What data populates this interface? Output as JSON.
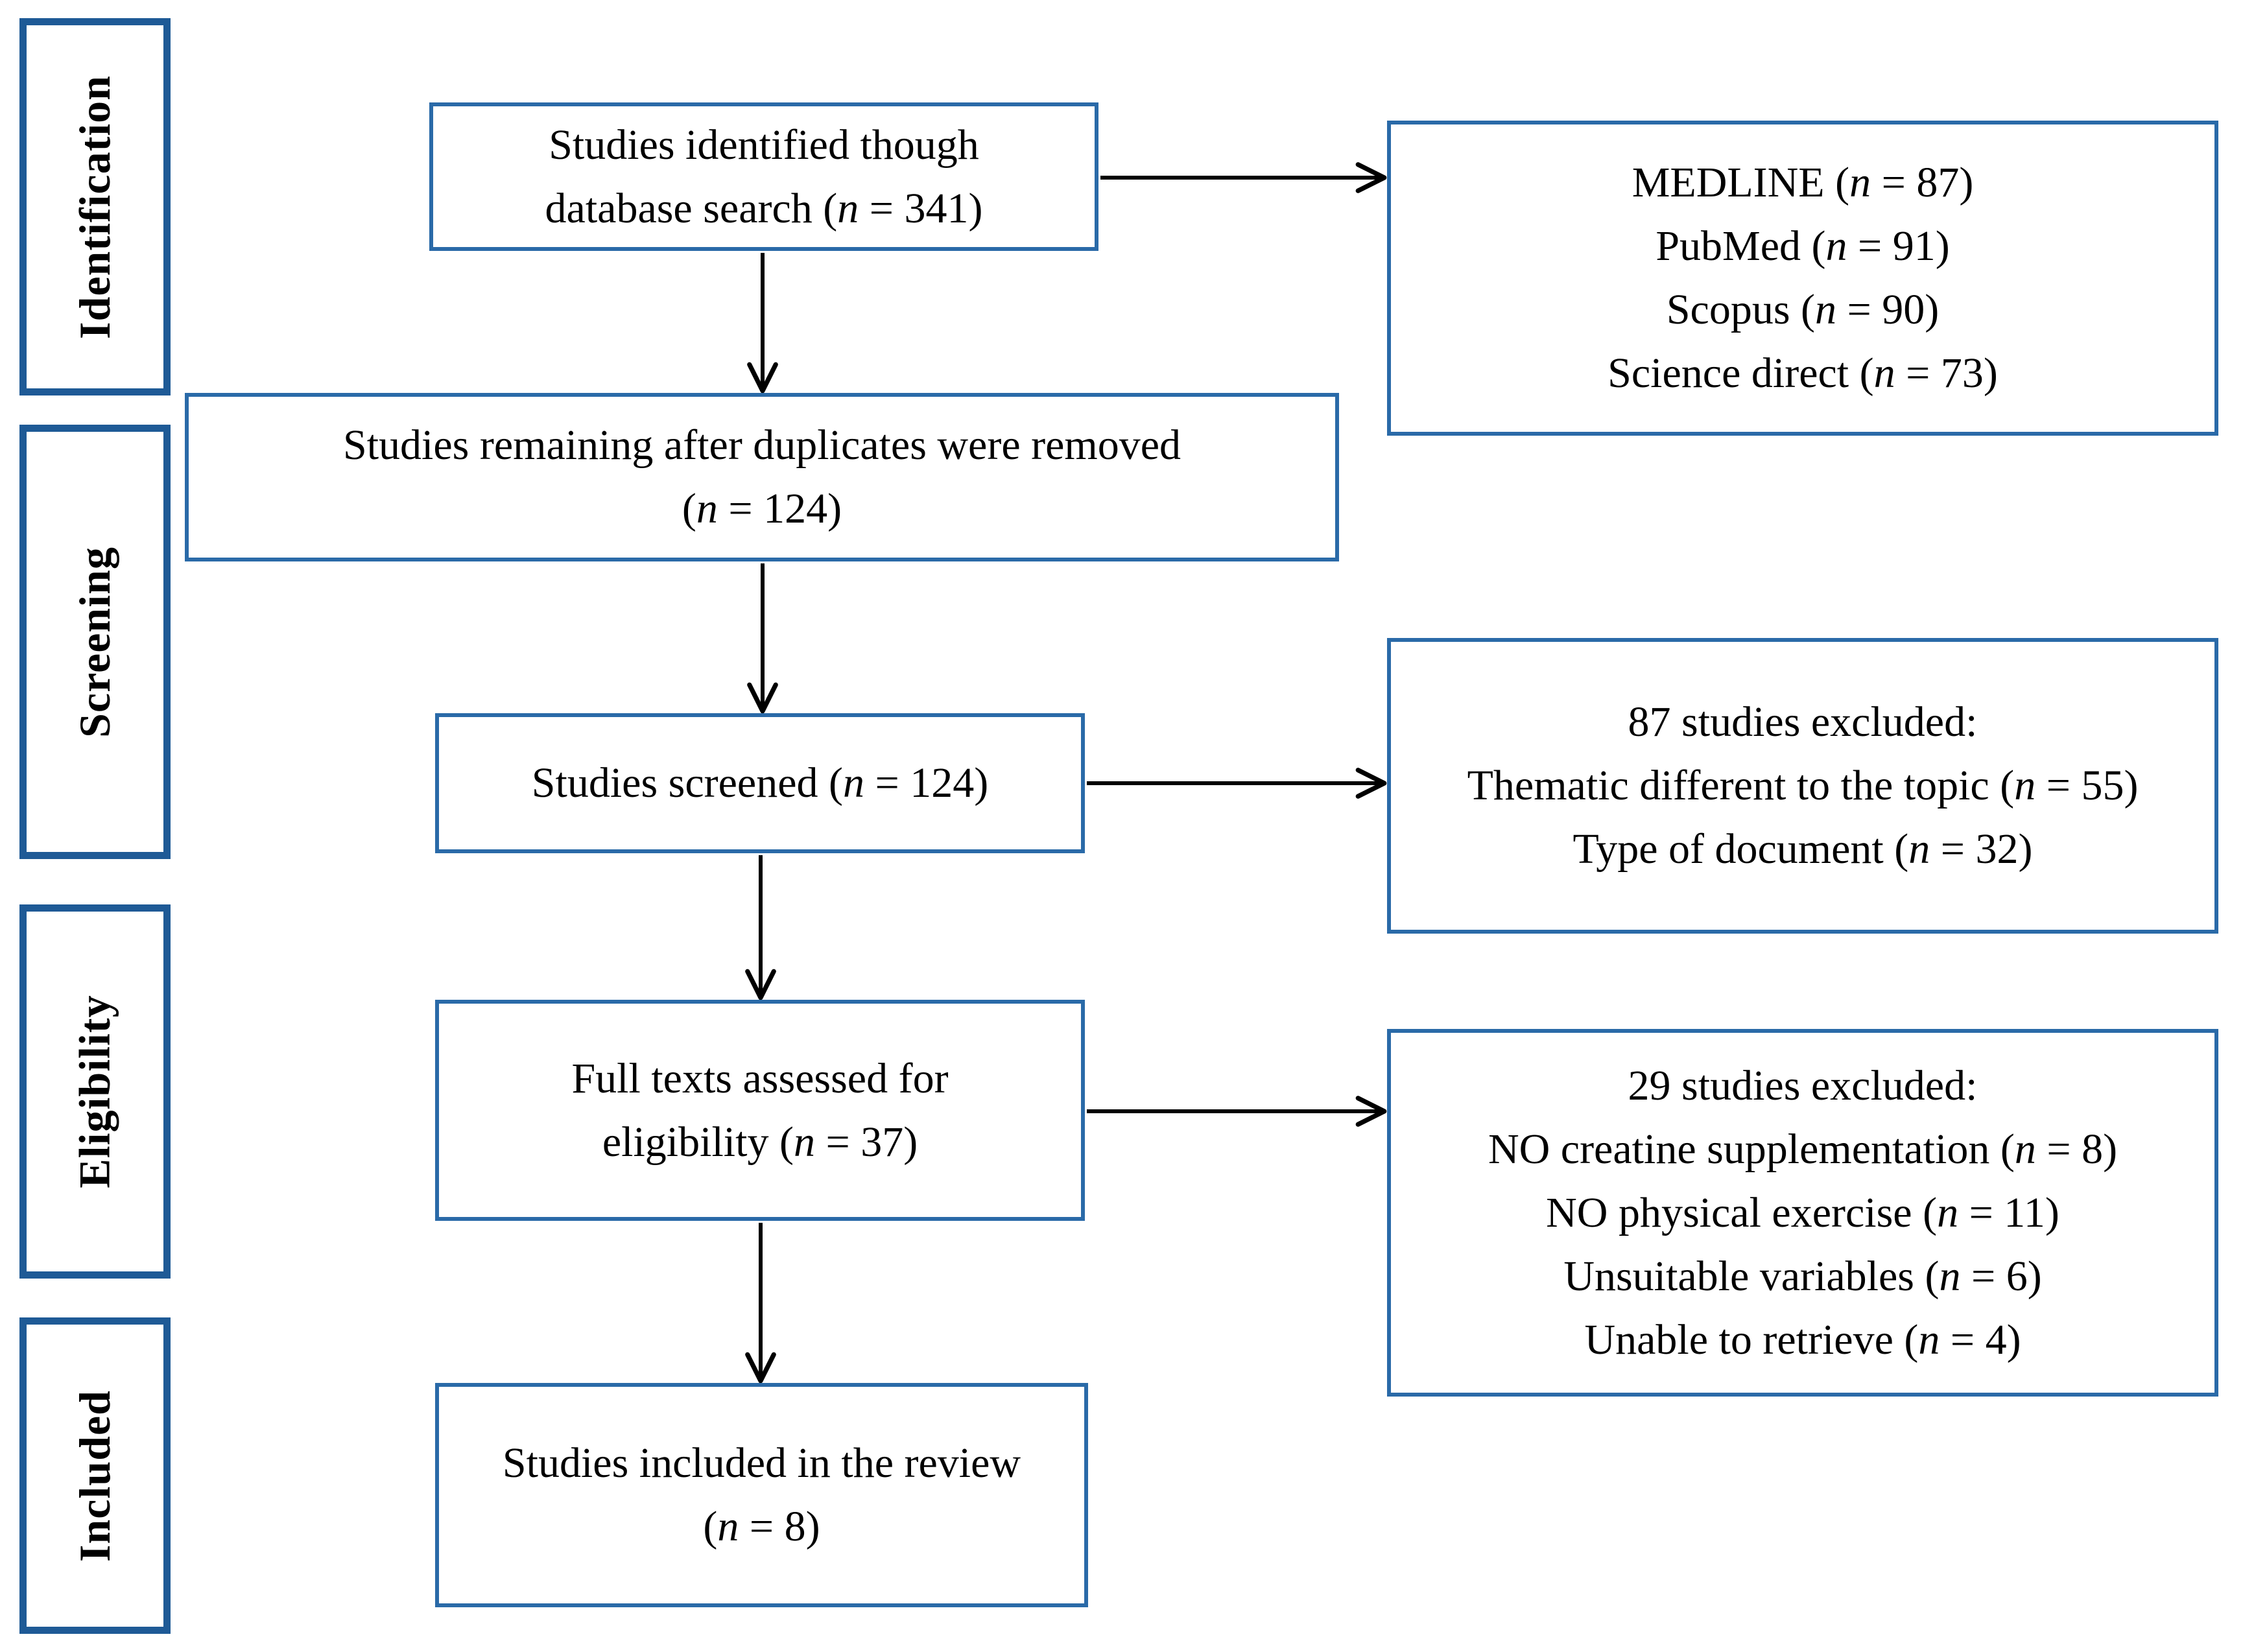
{
  "colors": {
    "sidebar_border": "#1e5a96",
    "box_border": "#2a6aa8",
    "arrow": "#000000",
    "text": "#000000",
    "background": "#ffffff"
  },
  "stages": [
    {
      "label": "Identification"
    },
    {
      "label": "Screening"
    },
    {
      "label": "Eligibility"
    },
    {
      "label": "Included"
    }
  ],
  "flow_boxes": [
    {
      "name": "identified",
      "lines": [
        "Studies identified though",
        "database search (n = 341)"
      ]
    },
    {
      "name": "after-duplicates",
      "lines": [
        "Studies remaining after duplicates were removed",
        "(n = 124)"
      ]
    },
    {
      "name": "screened",
      "lines": [
        "Studies screened (n = 124)"
      ]
    },
    {
      "name": "full-text",
      "lines": [
        "Full texts assessed for",
        "eligibility (n = 37)"
      ]
    },
    {
      "name": "included",
      "lines": [
        "Studies included in the review",
        "(n = 8)"
      ]
    }
  ],
  "side_boxes": [
    {
      "name": "databases",
      "lines": [
        "MEDLINE (n = 87)",
        "PubMed (n = 91)",
        "Scopus (n = 90)",
        "Science direct (n = 73)"
      ]
    },
    {
      "name": "excluded-screening",
      "lines": [
        "87 studies excluded:",
        "Thematic different to the topic (n = 55)",
        "Type of document (n = 32)"
      ]
    },
    {
      "name": "excluded-eligibility",
      "lines": [
        "29 studies excluded:",
        "NO creatine supplementation (n = 8)",
        "NO physical exercise (n = 11)",
        "Unsuitable variables (n = 6)",
        "Unable to retrieve (n = 4)"
      ]
    }
  ]
}
